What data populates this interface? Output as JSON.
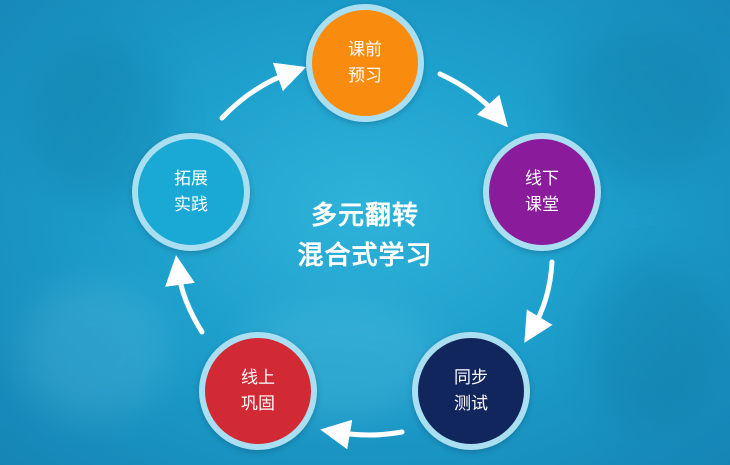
{
  "center": {
    "line1": "多元翻转",
    "line2": "混合式学习"
  },
  "nodes": [
    {
      "line1": "课前",
      "line2": "预习",
      "color": "#f98b0e"
    },
    {
      "line1": "线下",
      "line2": "课堂",
      "color": "#8a1c9c"
    },
    {
      "line1": "同步",
      "line2": "测试",
      "color": "#12265e"
    },
    {
      "line1": "线上",
      "line2": "巩固",
      "color": "#d22a35"
    },
    {
      "line1": "拓展",
      "line2": "实践",
      "color": "#1aa9d4"
    }
  ],
  "colors": {
    "ring": "#a9dff0",
    "arrow": "#ffffff"
  }
}
